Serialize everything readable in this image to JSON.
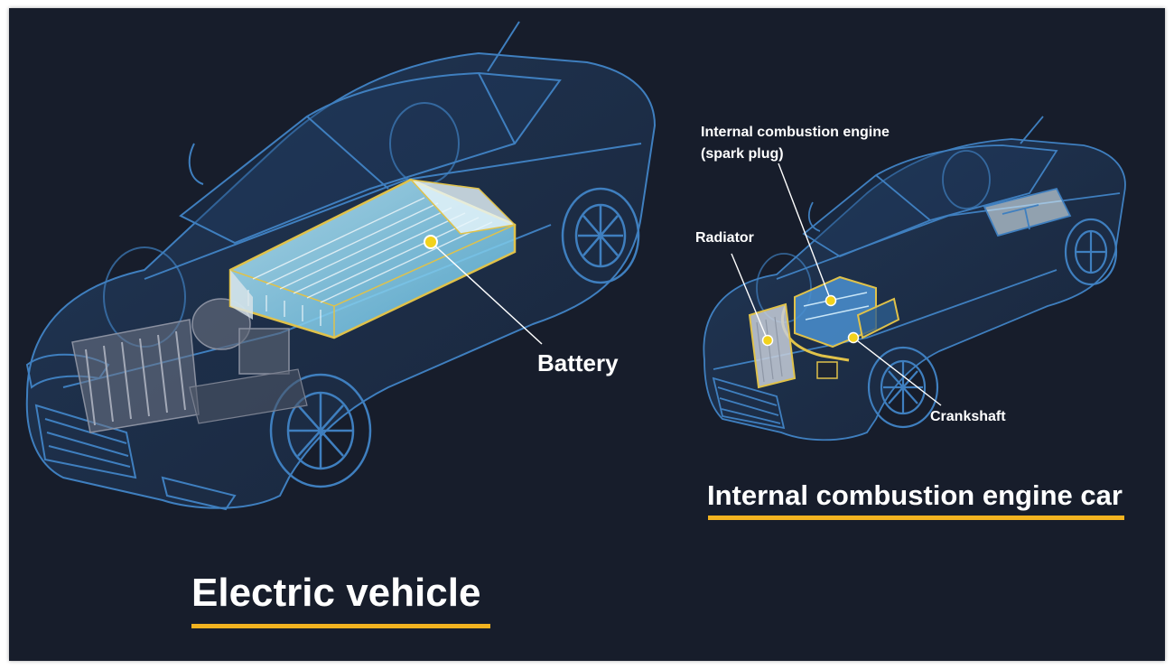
{
  "labels": {
    "battery": "Battery",
    "ice_engine_line1": "Internal combustion engine",
    "ice_engine_line2": "(spark plug)",
    "radiator": "Radiator",
    "crankshaft": "Crankshaft"
  },
  "titles": {
    "ice_car": "Internal combustion engine car",
    "ev": "Electric vehicle"
  },
  "colors": {
    "background": "#171d2b",
    "outline": "#3f7fbf",
    "battery": "#7fd3ef",
    "accent": "#f2b320",
    "text": "#ffffff"
  }
}
